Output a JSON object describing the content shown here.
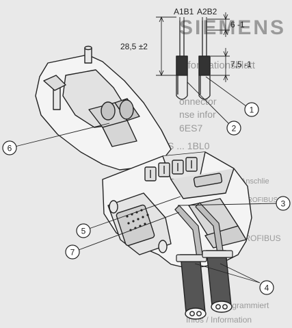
{
  "wire_labels": {
    "a1b1": "A1B1",
    "a2b2": "A2B2"
  },
  "dimensions": {
    "strip_length": "28,5 ±2",
    "core_strip": "6 -1",
    "shield_strip": "7,5 -1"
  },
  "callouts": [
    "1",
    "2",
    "3",
    "4",
    "5",
    "6",
    "7"
  ],
  "background_text": [
    "SIEMENS",
    "Informationsblatt",
    "onnector",
    "nse infor",
    "6ES7",
    "S ... 1BL0",
    "Anschlie",
    "PROFIBUS",
    "FROFIBUS",
    "programmiert",
    "Infos / Information"
  ],
  "colors": {
    "ink": "#222222",
    "paper": "#e9e9e9",
    "faint_text": "#9a9a9a"
  }
}
